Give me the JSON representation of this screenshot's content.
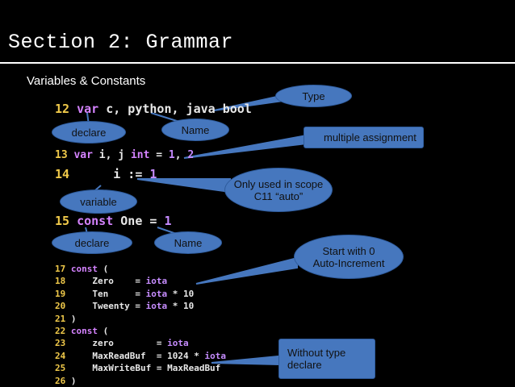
{
  "title": "Section 2: Grammar",
  "subtitle": "Variables & Constants",
  "code": {
    "l12": {
      "ln": "12",
      "kw": "var",
      "rest": " c, python, java bool"
    },
    "l13": {
      "ln": "13",
      "kw": "var",
      "rest1": " i, j ",
      "kw2": "int",
      "rest2": " = ",
      "n1": "1",
      "rest3": ", ",
      "n2": "2"
    },
    "l14": {
      "ln": "14",
      "rest": "      i := ",
      "n": "1"
    },
    "l15": {
      "ln": "15",
      "kw": "const",
      "rest": " One = ",
      "n": "1"
    },
    "block": [
      {
        "ln": "17",
        "kw": "const",
        "rest": " (",
        "io": "",
        "tail": ""
      },
      {
        "ln": "18",
        "kw": "",
        "rest": "    Zero    = ",
        "io": "iota",
        "tail": ""
      },
      {
        "ln": "19",
        "kw": "",
        "rest": "    Ten     = ",
        "io": "iota",
        "tail": " * 10"
      },
      {
        "ln": "20",
        "kw": "",
        "rest": "    Tweenty = ",
        "io": "iota",
        "tail": " * 10"
      },
      {
        "ln": "21",
        "kw": "",
        "rest": ")",
        "io": "",
        "tail": ""
      },
      {
        "ln": "22",
        "kw": "const",
        "rest": " (",
        "io": "",
        "tail": ""
      },
      {
        "ln": "23",
        "kw": "",
        "rest": "    zero        = ",
        "io": "iota",
        "tail": ""
      },
      {
        "ln": "24",
        "kw": "",
        "rest": "    MaxReadBuf  = 1024 * ",
        "io": "iota",
        "tail": ""
      },
      {
        "ln": "25",
        "kw": "",
        "rest": "    MaxWriteBuf = MaxReadBuf",
        "io": "",
        "tail": ""
      },
      {
        "ln": "26",
        "kw": "",
        "rest": ")",
        "io": "",
        "tail": ""
      }
    ]
  },
  "callouts": {
    "type": "Type",
    "declare1": "declare",
    "name1": "Name",
    "multiple": "multiple assignment",
    "scope1": "Only used in scope",
    "scope2": "C11 “auto”",
    "variable": "variable",
    "declare2": "declare",
    "name2": "Name",
    "iota1": "Start with 0",
    "iota2": "Auto-Increment",
    "notype1": "Without type",
    "notype2": "declare"
  },
  "colors": {
    "bubble": "#4677be",
    "line_number": "#f0c94a",
    "keyword": "#d583ff"
  }
}
